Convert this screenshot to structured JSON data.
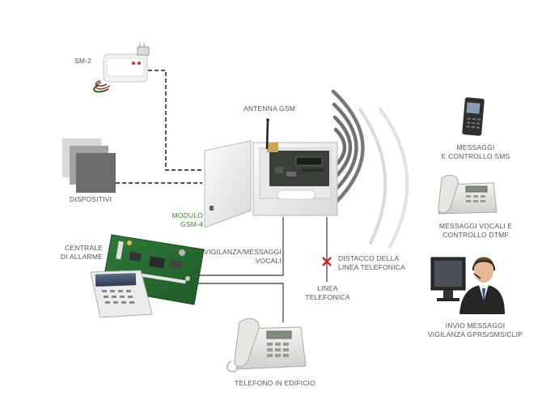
{
  "colors": {
    "background": "#ffffff",
    "label_text": "#555555",
    "module_label": "#3b8a2c",
    "link_line": "#555555",
    "signal_dark": "#707070",
    "signal_light": "#d8d8d8",
    "disconnect_mark": "#d42020"
  },
  "labels": {
    "sm2": "SM-2",
    "antenna": "ANTENNA GSM",
    "dispositivi": "DISPOSITIVI",
    "module_line1": "MODULO",
    "module_line2": "GSM-4",
    "centrale_line1": "CENTRALE",
    "centrale_line2": "DI ALLARME",
    "vigilanza_line1": "VIGILANZA/MESSAGGI",
    "vigilanza_line2": "VOCALI",
    "distacco_line1": "DISTACCO DELLA",
    "distacco_line2": "LINEA TELEFONICA",
    "linea_line1": "LINEA",
    "linea_line2": "TELEFONICA",
    "telefono": "TELEFONO IN EDIFICIO",
    "sms_line1": "MESSAGGI",
    "sms_line2": "E CONTROLLO SMS",
    "dtmf_line1": "MESSAGGI VOCALI E",
    "dtmf_line2": "CONTROLLO DTMF",
    "gprs_line1": "INVIO MESSAGGI",
    "gprs_line2": "VIGILANZA GPRS/SMS/CLIP"
  },
  "icons": [
    "sm2-module-icon",
    "devices-icon",
    "antenna-icon",
    "gsm-module-icon",
    "radio-signal-icon",
    "alarm-panel-icon",
    "keypad-icon",
    "desk-phone-icon",
    "mobile-phone-icon",
    "cordless-phone-icon",
    "monitoring-operator-icon",
    "disconnect-cross-icon"
  ]
}
